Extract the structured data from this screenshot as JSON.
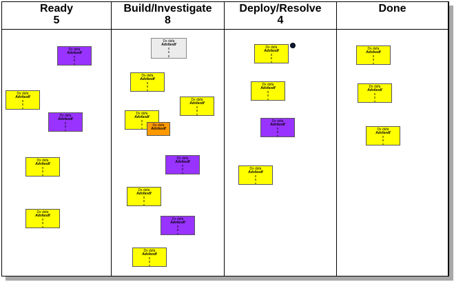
{
  "colors": {
    "yellow": "#ffff00",
    "purple": "#9933ff",
    "orange": "#ff9900",
    "gray": "#ececec"
  },
  "columns": [
    {
      "title": "Ready",
      "count": "5"
    },
    {
      "title": "Build/Investigate",
      "count": "8"
    },
    {
      "title": "Deploy/Resolve",
      "count": "4"
    },
    {
      "title": "Done",
      "count": ""
    }
  ],
  "cards": [
    {
      "col": 0,
      "color": "purple",
      "lines": [
        "Dx dsfa",
        "Adsfasdf",
        "x",
        "x",
        "x"
      ]
    },
    {
      "col": 0,
      "color": "yellow",
      "lines": [
        "Dx dsfa",
        "Adsfasdf",
        "x",
        "x",
        "x"
      ]
    },
    {
      "col": 0,
      "color": "purple",
      "lines": [
        "Dx dsfa",
        "Adsfasdf",
        "x",
        "x",
        "x"
      ]
    },
    {
      "col": 0,
      "color": "yellow",
      "lines": [
        "Dx dsfa",
        "Adsfasdf",
        "x",
        "x",
        "x"
      ]
    },
    {
      "col": 0,
      "color": "yellow",
      "lines": [
        "Dx dsfa",
        "Adsfasdf",
        "x",
        "x",
        "x"
      ]
    },
    {
      "col": 1,
      "color": "gray",
      "lines": [
        "Dx dsfa",
        "Adsfasdf",
        "x",
        "x",
        "x"
      ]
    },
    {
      "col": 1,
      "color": "yellow",
      "lines": [
        "Dx dsfa",
        "Adsfasdf",
        "x",
        "x",
        "x"
      ]
    },
    {
      "col": 1,
      "color": "yellow",
      "lines": [
        "Dx dsfa",
        "Adsfasdf",
        "x",
        "x",
        "x"
      ]
    },
    {
      "col": 1,
      "color": "yellow",
      "lines": [
        "Dx dsfa",
        "Adsfasdf",
        "x",
        "x",
        "x"
      ]
    },
    {
      "col": 1,
      "color": "orange",
      "lines": [
        "Dx dsfa",
        "Adsfasdf"
      ]
    },
    {
      "col": 1,
      "color": "purple",
      "lines": [
        "Dx dsfa",
        "Adsfasdf",
        "x",
        "x",
        "x"
      ]
    },
    {
      "col": 1,
      "color": "yellow",
      "lines": [
        "Dx dsfa",
        "Adsfasdf",
        "x",
        "x",
        "x"
      ]
    },
    {
      "col": 1,
      "color": "purple",
      "lines": [
        "Dx dsfa",
        "Adsfasdf",
        "x",
        "x",
        "x"
      ]
    },
    {
      "col": 1,
      "color": "yellow",
      "lines": [
        "Dx dsfa",
        "Adsfasdf",
        "x",
        "x",
        "x"
      ]
    },
    {
      "col": 2,
      "color": "yellow",
      "lines": [
        "Dx dsfa",
        "Adsfasdf",
        "x",
        "x",
        "x"
      ]
    },
    {
      "col": 2,
      "color": "yellow",
      "lines": [
        "Dx dsfa",
        "Adsfasdf",
        "x",
        "x",
        "x"
      ]
    },
    {
      "col": 2,
      "color": "purple",
      "lines": [
        "Dx dsfa",
        "Adsfasdf",
        "x",
        "x",
        "x"
      ]
    },
    {
      "col": 2,
      "color": "yellow",
      "lines": [
        "Dx dsfa",
        "Adsfasdf",
        "x",
        "x",
        "x"
      ]
    },
    {
      "col": 3,
      "color": "yellow",
      "lines": [
        "Dx dsfa",
        "Adsfasdf",
        "x",
        "x",
        "x"
      ]
    },
    {
      "col": 3,
      "color": "yellow",
      "lines": [
        "Dx dsfa",
        "Adsfasdf",
        "x",
        "x",
        "x"
      ]
    },
    {
      "col": 3,
      "color": "yellow",
      "lines": [
        "Dx dsfa",
        "Adsfasdf",
        "x",
        "x",
        "x"
      ]
    }
  ]
}
